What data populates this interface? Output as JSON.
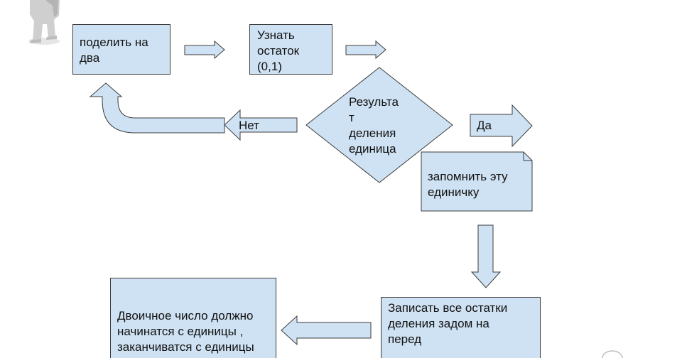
{
  "diagram": {
    "fill_color": "#cfe2f3",
    "stroke_color": "#3c3c3c",
    "nodes": {
      "divide": "поделить на\nдва",
      "remainder": "Узнать\nостаток\n(0,1)",
      "decision": "Результа\nт\nделения\nединица",
      "remember": "запомнить эту\nединичку",
      "write": "Записать все остатки\nделения задом на\nперед",
      "result": "Двоичное число должно\nначинатся с единицы ,\nзаканчиватся с единицы"
    },
    "edge_labels": {
      "no": "Нет",
      "yes": "Да"
    }
  },
  "icons": [
    "person-figure-icon",
    "circle-icon"
  ]
}
